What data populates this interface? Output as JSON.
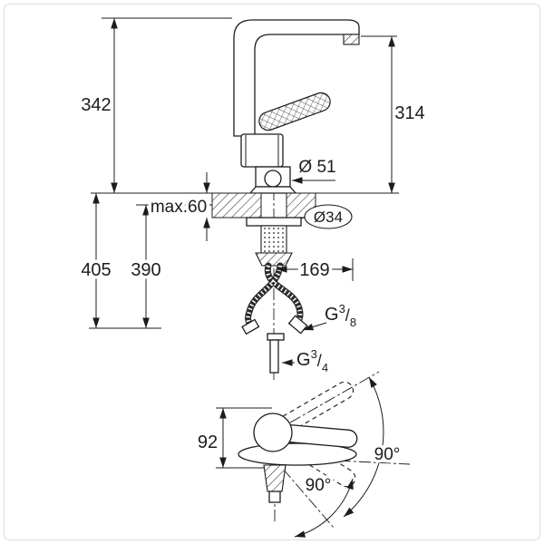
{
  "colors": {
    "background": "#ffffff",
    "line": "#1c1c1c",
    "frame_border": "#dddddd"
  },
  "side_view": {
    "dims": {
      "height_above_deck": "342",
      "spout_outlet_height": "314",
      "body_diameter": "Ø 51",
      "max_deck_thickness": "max.60",
      "mounting_hole_diameter": "Ø34",
      "depth_below_total": "405",
      "depth_below_hoses": "390",
      "spout_projection": "169"
    },
    "threads": {
      "hose": {
        "prefix": "G",
        "numerator": "3",
        "separator": "/",
        "denominator": "8"
      },
      "supply": {
        "prefix": "G",
        "numerator": "3",
        "separator": "/",
        "denominator": "4"
      }
    }
  },
  "top_view": {
    "dims": {
      "handle_depth": "92",
      "handle_swivel": "90°",
      "spout_swivel": "90°"
    }
  }
}
